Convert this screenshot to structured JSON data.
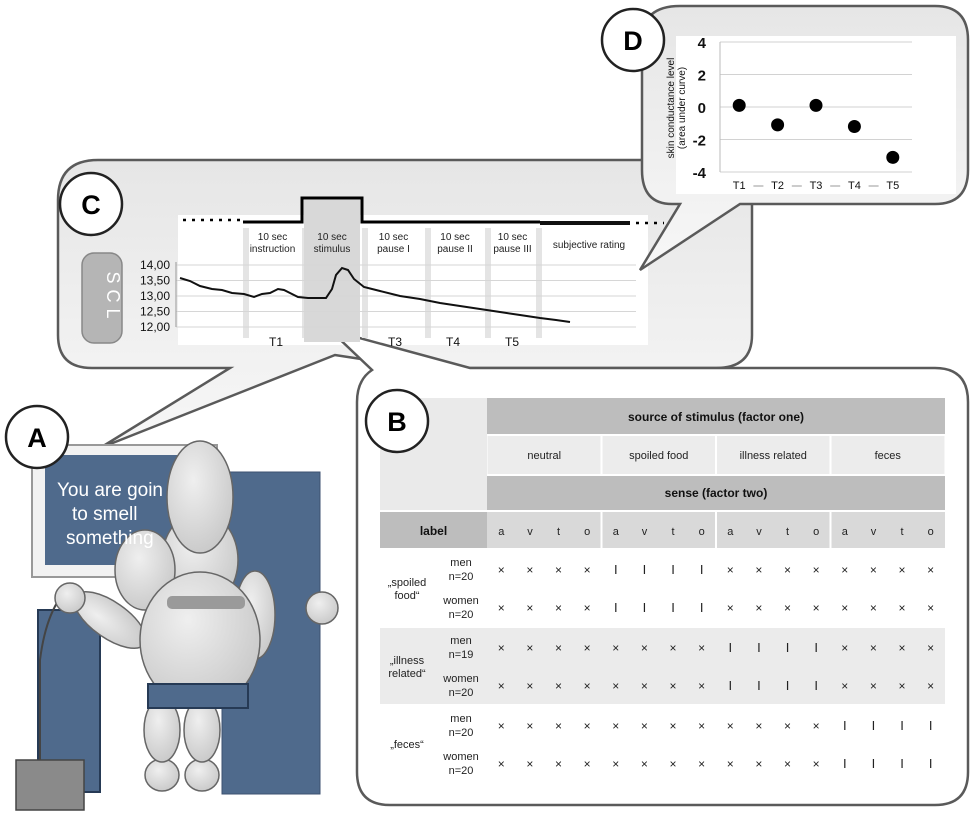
{
  "panels": {
    "a": "A",
    "b": "B",
    "c": "C",
    "d": "D"
  },
  "screen_message": [
    "You are goin",
    "to smell",
    "something"
  ],
  "timeline": {
    "phases": [
      [
        "10 sec",
        "instruction"
      ],
      [
        "10 sec",
        "stimulus"
      ],
      [
        "10 sec",
        "pause I"
      ],
      [
        "10 sec",
        "pause II"
      ],
      [
        "10 sec",
        "pause III"
      ],
      [
        "subjective rating"
      ]
    ],
    "measure_label": "SCL",
    "y_ticks": [
      "14,00",
      "13,50",
      "13,00",
      "12,50",
      "12,00"
    ],
    "x_labels": [
      "T1",
      "T3",
      "T4",
      "T5"
    ]
  },
  "table": {
    "factor_one": "source of stimulus (factor one)",
    "sources": [
      "neutral",
      "spoiled food",
      "illness related",
      "feces"
    ],
    "factor_two": "sense (factor two)",
    "label_header": "label",
    "senses": [
      "a",
      "v",
      "t",
      "o"
    ],
    "groups": [
      {
        "label": [
          "„spoiled",
          "food“"
        ],
        "rows": [
          {
            "g": [
              "men",
              "n=20"
            ],
            "cells": [
              "×",
              "×",
              "×",
              "×",
              "I",
              "I",
              "I",
              "I",
              "×",
              "×",
              "×",
              "×",
              "×",
              "×",
              "×",
              "×"
            ]
          },
          {
            "g": [
              "women",
              "n=20"
            ],
            "cells": [
              "×",
              "×",
              "×",
              "×",
              "I",
              "I",
              "I",
              "I",
              "×",
              "×",
              "×",
              "×",
              "×",
              "×",
              "×",
              "×"
            ]
          }
        ]
      },
      {
        "label": [
          "„illness",
          "related“"
        ],
        "rows": [
          {
            "g": [
              "men",
              "n=19"
            ],
            "cells": [
              "×",
              "×",
              "×",
              "×",
              "×",
              "×",
              "×",
              "×",
              "I",
              "I",
              "I",
              "I",
              "×",
              "×",
              "×",
              "×"
            ]
          },
          {
            "g": [
              "women",
              "n=20"
            ],
            "cells": [
              "×",
              "×",
              "×",
              "×",
              "×",
              "×",
              "×",
              "×",
              "I",
              "I",
              "I",
              "I",
              "×",
              "×",
              "×",
              "×"
            ]
          }
        ]
      },
      {
        "label": [
          "„feces“"
        ],
        "rows": [
          {
            "g": [
              "men",
              "n=20"
            ],
            "cells": [
              "×",
              "×",
              "×",
              "×",
              "×",
              "×",
              "×",
              "×",
              "×",
              "×",
              "×",
              "×",
              "I",
              "I",
              "I",
              "I"
            ]
          },
          {
            "g": [
              "women",
              "n=20"
            ],
            "cells": [
              "×",
              "×",
              "×",
              "×",
              "×",
              "×",
              "×",
              "×",
              "×",
              "×",
              "×",
              "×",
              "I",
              "I",
              "I",
              "I"
            ]
          }
        ]
      }
    ]
  },
  "chart_data": {
    "type": "scatter",
    "categories": [
      "T1",
      "T2",
      "T3",
      "T4",
      "T5"
    ],
    "values": [
      0.1,
      -1.1,
      0.1,
      -1.2,
      -3.1
    ],
    "ylabel": "skin conductance level (area under curve)",
    "ylim": [
      -4,
      4
    ],
    "y_ticks": [
      "4",
      "2",
      "0",
      "-2",
      "-4"
    ],
    "grid": true
  }
}
